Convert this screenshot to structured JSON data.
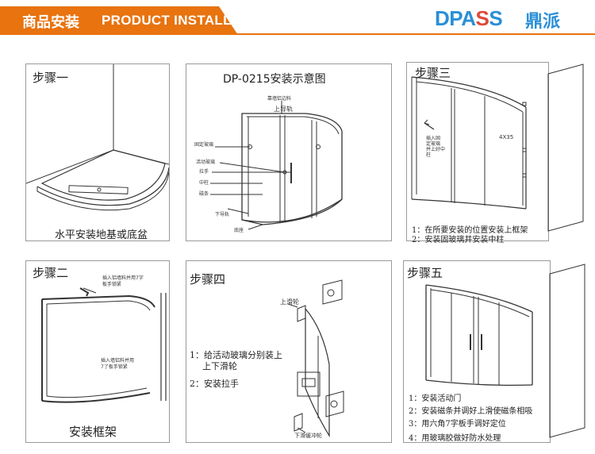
{
  "header": {
    "title_zh": "商品安装",
    "title_en": "PRODUCT INSTALL",
    "brand_prefix": "DPA",
    "brand_s1": "S",
    "brand_s2": "S",
    "brand_cn": "鼎派",
    "accent_color": "#e8730f",
    "brand_color": "#2a8fd6"
  },
  "step1": {
    "title": "步骤一",
    "caption": "水平安装地基或底盆"
  },
  "diagram": {
    "title": "DP-0215安装示意图",
    "labels": {
      "top_profile": "靠墙铝边料",
      "upper_rail": "上导轨",
      "fixed_glass": "固定玻璃",
      "sliding_glass": "活动玻璃",
      "handle": "拉手",
      "middle_post": "中柱",
      "magnet": "磁条",
      "lower_rail": "下导轨",
      "base": "底座"
    }
  },
  "step3": {
    "title": "步骤三",
    "side_note": [
      "插入固",
      "定玻璃",
      "并上好中",
      "柱"
    ],
    "size": "4X35",
    "lines": [
      "1：在所要安装的位置安装上框架",
      "2：安装固玻璃并安装中柱"
    ]
  },
  "step2": {
    "title": "步骤二",
    "note_top": [
      "插入铝墙料并用7字",
      "板手锁紧"
    ],
    "note_bottom": [
      "插入墙铝料并用",
      "7了板手锁紧"
    ],
    "caption": "安装框架"
  },
  "step4": {
    "title": "步骤四",
    "upper_wheel": "上滑轮",
    "lower_wheel": "下滑缓冲轮",
    "lines": [
      "1：给活动玻璃分别装上",
      "上下滑轮",
      "2：安装拉手"
    ]
  },
  "step5": {
    "title": "步骤五",
    "lines": [
      "1：安装活动门",
      "2：安装磁条并调好上滑使磁条相吸",
      "3：用六角7字板手调好定位",
      "4：用玻璃胶做好防水处理"
    ]
  }
}
